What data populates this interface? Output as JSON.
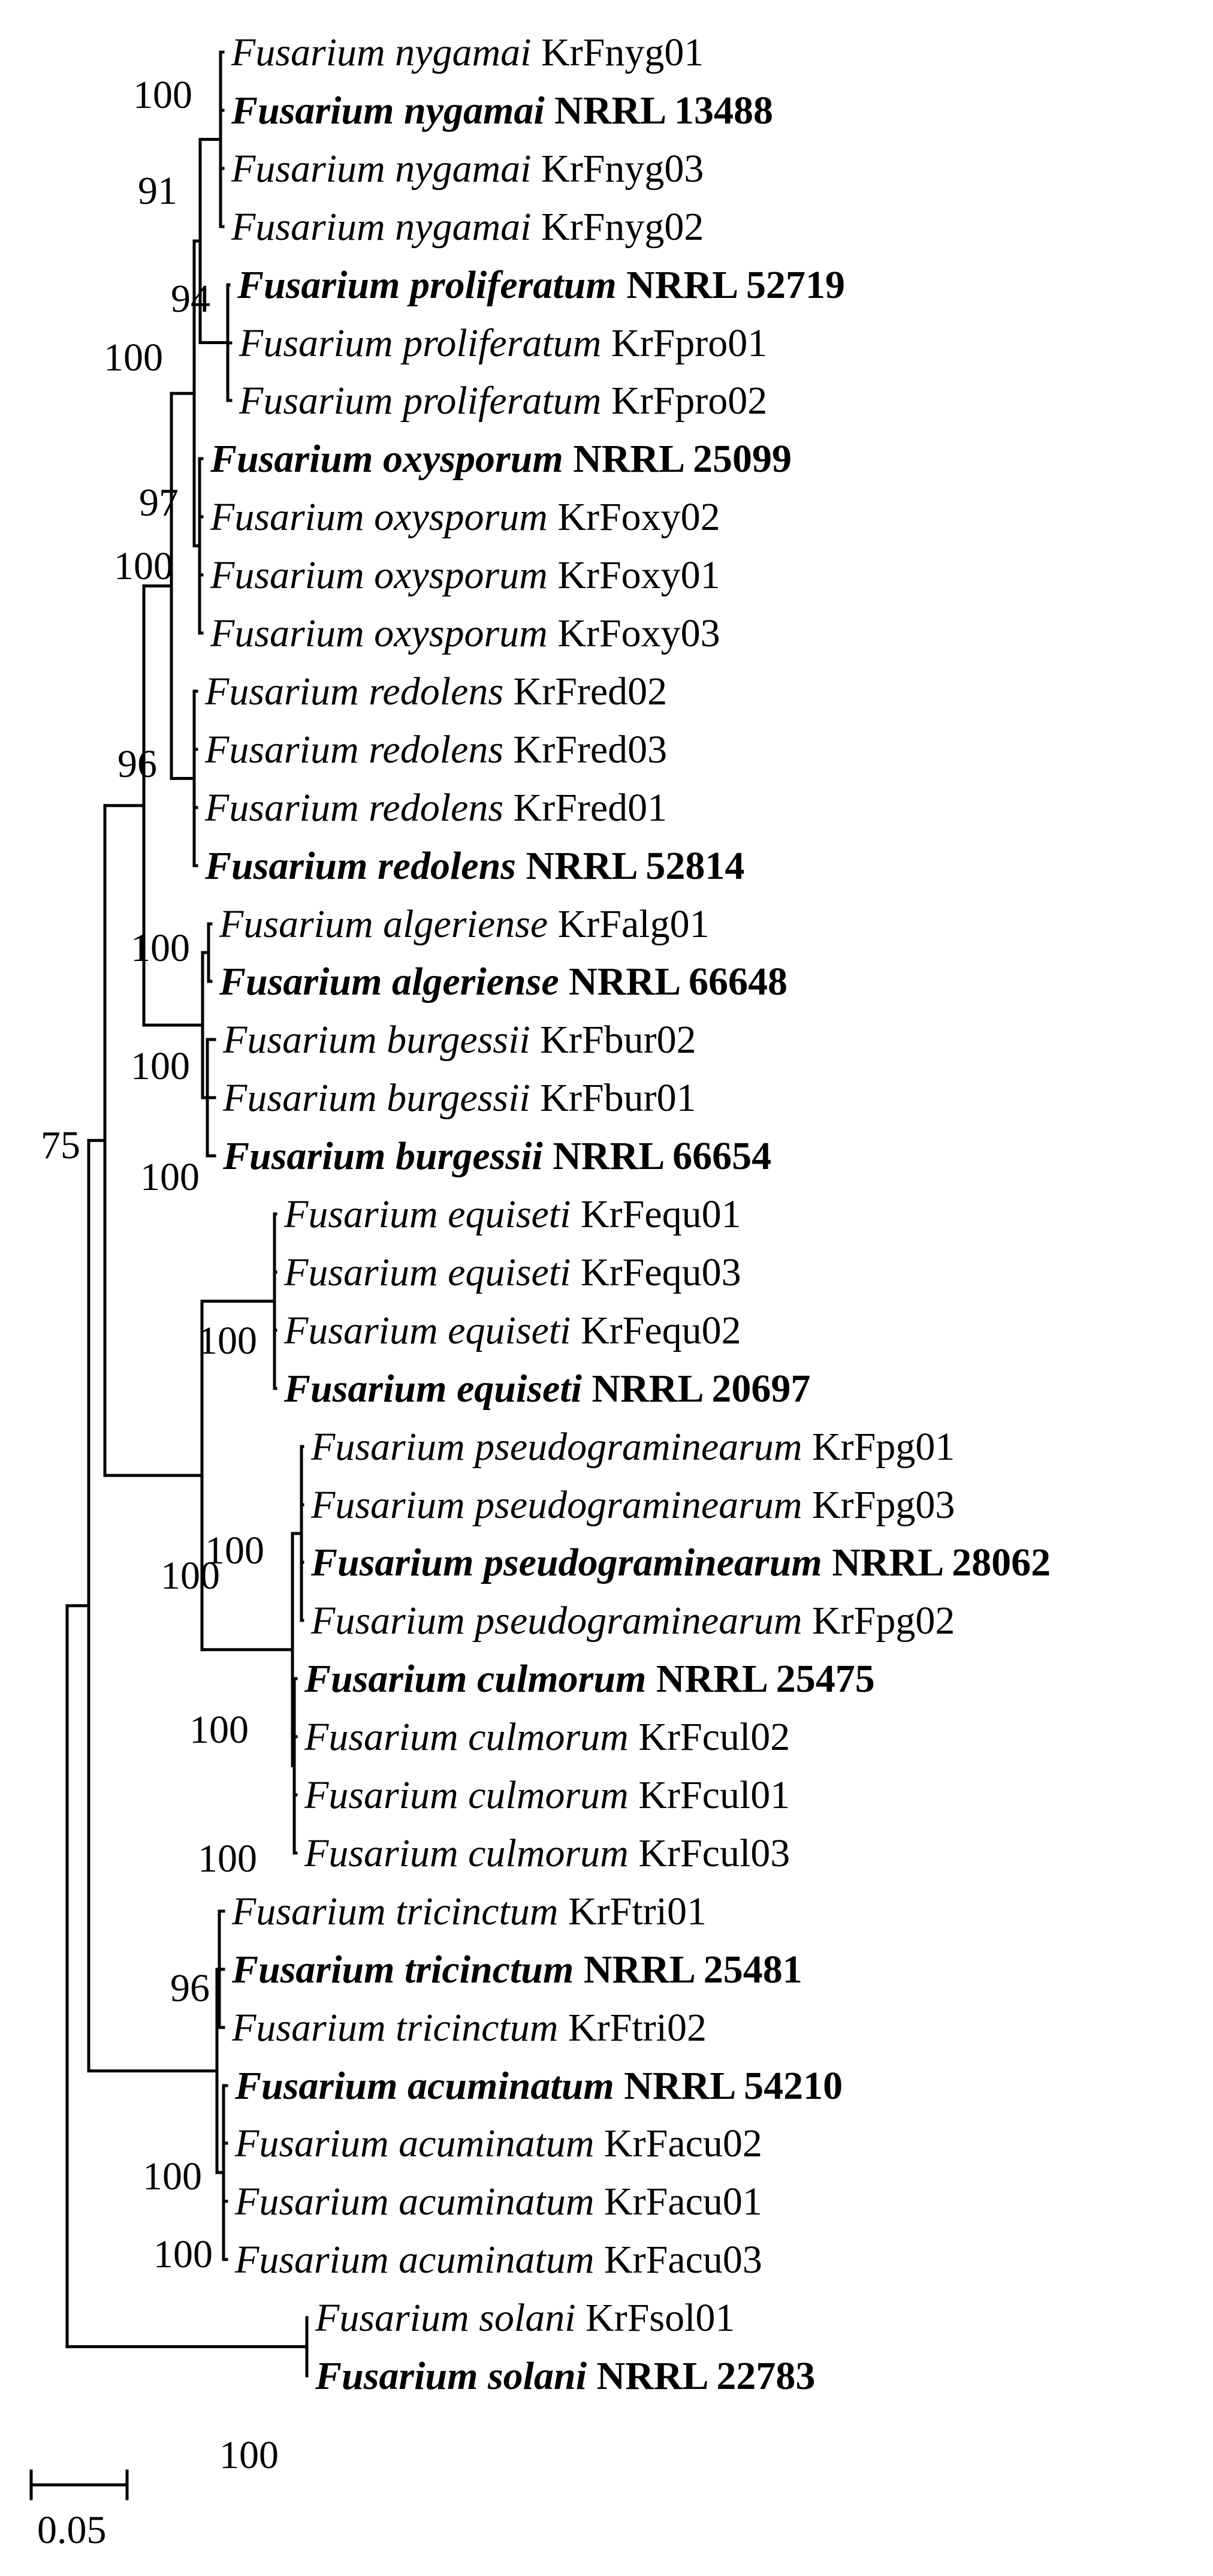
{
  "taxa": [
    {
      "genus": "Fusarium",
      "species": "nygamai",
      "strain": "KrFnyg01",
      "reference": false
    },
    {
      "genus": "Fusarium",
      "species": "nygamai",
      "strain": "NRRL 13488",
      "reference": true
    },
    {
      "genus": "Fusarium",
      "species": "nygamai",
      "strain": "KrFnyg03",
      "reference": false
    },
    {
      "genus": "Fusarium",
      "species": "nygamai",
      "strain": "KrFnyg02",
      "reference": false
    },
    {
      "genus": "Fusarium",
      "species": "proliferatum",
      "strain": "NRRL 52719",
      "reference": true
    },
    {
      "genus": "Fusarium",
      "species": "proliferatum",
      "strain": "KrFpro01",
      "reference": false
    },
    {
      "genus": "Fusarium",
      "species": "proliferatum",
      "strain": "KrFpro02",
      "reference": false
    },
    {
      "genus": "Fusarium",
      "species": "oxysporum",
      "strain": "NRRL 25099",
      "reference": true
    },
    {
      "genus": "Fusarium",
      "species": "oxysporum",
      "strain": "KrFoxy02",
      "reference": false
    },
    {
      "genus": "Fusarium",
      "species": "oxysporum",
      "strain": "KrFoxy01",
      "reference": false
    },
    {
      "genus": "Fusarium",
      "species": "oxysporum",
      "strain": "KrFoxy03",
      "reference": false
    },
    {
      "genus": "Fusarium",
      "species": "redolens",
      "strain": "KrFred02",
      "reference": false
    },
    {
      "genus": "Fusarium",
      "species": "redolens",
      "strain": "KrFred03",
      "reference": false
    },
    {
      "genus": "Fusarium",
      "species": "redolens",
      "strain": "KrFred01",
      "reference": false
    },
    {
      "genus": "Fusarium",
      "species": "redolens",
      "strain": "NRRL 52814",
      "reference": true
    },
    {
      "genus": "Fusarium",
      "species": "algeriense",
      "strain": "KrFalg01",
      "reference": false
    },
    {
      "genus": "Fusarium",
      "species": "algeriense",
      "strain": "NRRL 66648",
      "reference": true
    },
    {
      "genus": "Fusarium",
      "species": "burgessii",
      "strain": "KrFbur02",
      "reference": false
    },
    {
      "genus": "Fusarium",
      "species": "burgessii",
      "strain": "KrFbur01",
      "reference": false
    },
    {
      "genus": "Fusarium",
      "species": "burgessii",
      "strain": "NRRL 66654",
      "reference": true
    },
    {
      "genus": "Fusarium",
      "species": "equiseti",
      "strain": "KrFequ01",
      "reference": false
    },
    {
      "genus": "Fusarium",
      "species": "equiseti",
      "strain": "KrFequ03",
      "reference": false
    },
    {
      "genus": "Fusarium",
      "species": "equiseti",
      "strain": "KrFequ02",
      "reference": false
    },
    {
      "genus": "Fusarium",
      "species": "equiseti",
      "strain": "NRRL 20697",
      "reference": true
    },
    {
      "genus": "Fusarium",
      "species": "pseudograminearum",
      "strain": "KrFpg01",
      "reference": false
    },
    {
      "genus": "Fusarium",
      "species": "pseudograminearum",
      "strain": "KrFpg03",
      "reference": false
    },
    {
      "genus": "Fusarium",
      "species": "pseudograminearum",
      "strain": "NRRL 28062",
      "reference": true
    },
    {
      "genus": "Fusarium",
      "species": "pseudograminearum",
      "strain": "KrFpg02",
      "reference": false
    },
    {
      "genus": "Fusarium",
      "species": "culmorum",
      "strain": "NRRL 25475",
      "reference": true
    },
    {
      "genus": "Fusarium",
      "species": "culmorum",
      "strain": "KrFcul02",
      "reference": false
    },
    {
      "genus": "Fusarium",
      "species": "culmorum",
      "strain": "KrFcul01",
      "reference": false
    },
    {
      "genus": "Fusarium",
      "species": "culmorum",
      "strain": "KrFcul03",
      "reference": false
    },
    {
      "genus": "Fusarium",
      "species": "tricinctum",
      "strain": "KrFtri01",
      "reference": false
    },
    {
      "genus": "Fusarium",
      "species": "tricinctum",
      "strain": "NRRL 25481",
      "reference": true
    },
    {
      "genus": "Fusarium",
      "species": "tricinctum",
      "strain": "KrFtri02",
      "reference": false
    },
    {
      "genus": "Fusarium",
      "species": "acuminatum",
      "strain": "NRRL 54210",
      "reference": true
    },
    {
      "genus": "Fusarium",
      "species": "acuminatum",
      "strain": "KrFacu02",
      "reference": false
    },
    {
      "genus": "Fusarium",
      "species": "acuminatum",
      "strain": "KrFacu01",
      "reference": false
    },
    {
      "genus": "Fusarium",
      "species": "acuminatum",
      "strain": "KrFacu03",
      "reference": false
    },
    {
      "genus": "Fusarium",
      "species": "solani",
      "strain": "KrFsol01",
      "reference": false
    },
    {
      "genus": "Fusarium",
      "species": "solani",
      "strain": "NRRL 22783",
      "reference": true
    }
  ],
  "bootstrap": [
    "100",
    "91",
    "94",
    "100",
    "97",
    "100",
    "96",
    "100",
    "100",
    "100",
    "75",
    "100",
    "100",
    "100",
    "100",
    "100",
    "96",
    "100",
    "100",
    "100"
  ],
  "scale_bar": {
    "label": "0.05"
  }
}
